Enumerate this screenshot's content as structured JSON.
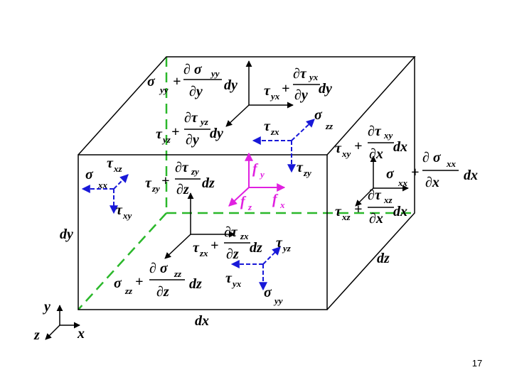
{
  "slide_number": "17",
  "colors": {
    "edges": "#000000",
    "hidden_edges": "#2bb82b",
    "stress_arrows_black": "#000000",
    "stress_arrows_blue": "#1818d8",
    "body_force_arrows": "#e020e0"
  },
  "axes": {
    "y": "y",
    "z": "z",
    "x": "x"
  },
  "dimensions": {
    "dx": "dx",
    "dy": "dy",
    "dz": "dz"
  },
  "top_face": {
    "sigma_yy_plus": {
      "base": "σ",
      "sub": "yy",
      "plus": "+",
      "num": "∂ σ",
      "num_sub": "yy",
      "den": "∂y",
      "tail": "dy"
    },
    "tau_yx_plus": {
      "base": "τ",
      "sub": "yx",
      "plus": "+",
      "num": "∂τ",
      "num_sub": "yx",
      "den": "∂y",
      "tail": "dy"
    },
    "tau_yz_plus": {
      "base": "τ",
      "sub": "yz",
      "plus": "+",
      "num": "∂τ",
      "num_sub": "yz",
      "den": "∂y",
      "tail": "dy"
    }
  },
  "back_face": {
    "tau_zx": {
      "base": "τ",
      "sub": "zx"
    },
    "sigma_zz": {
      "base": "σ",
      "sub": "zz"
    },
    "tau_zy": {
      "base": "τ",
      "sub": "zy"
    },
    "tau_zy_plus": {
      "base": "τ",
      "sub": "zy",
      "plus": "+",
      "num": "∂τ",
      "num_sub": "zy",
      "den": "∂z",
      "tail": "dz"
    }
  },
  "left_face": {
    "tau_xz": {
      "base": "τ",
      "sub": "xz"
    },
    "sigma_xx": {
      "base": "σ",
      "sub": "xx"
    },
    "tau_xy": {
      "base": "τ",
      "sub": "xy"
    }
  },
  "right_face": {
    "tau_xy_plus": {
      "base": "τ",
      "sub": "xy",
      "plus": "+",
      "num": "∂τ",
      "num_sub": "xy",
      "den": "∂x",
      "tail": "dx"
    },
    "sigma_xx_plus": {
      "base": "σ",
      "sub": "xx",
      "plus": "+",
      "num": "∂ σ",
      "num_sub": "xx",
      "den": "∂x",
      "tail": "dx"
    },
    "tau_xz_plus": {
      "base": "τ",
      "sub": "xz",
      "plus": "+",
      "num": "∂τ",
      "num_sub": "xz",
      "den": "∂x",
      "tail": "dx"
    }
  },
  "body_force": {
    "f_y": {
      "base": "f",
      "sub": "y"
    },
    "f_z": {
      "base": "f",
      "sub": "z"
    },
    "f_x": {
      "base": "f",
      "sub": "x"
    }
  },
  "front_face": {
    "tau_zx_plus": {
      "base": "τ",
      "sub": "zx",
      "plus": "+",
      "num": "∂τ",
      "num_sub": "zx",
      "den": "∂z",
      "tail": "dz"
    },
    "sigma_zz_plus": {
      "base": "σ",
      "sub": "zz",
      "plus": "+",
      "num": "∂ σ",
      "num_sub": "zz",
      "den": "∂z",
      "tail": "dz"
    }
  },
  "bottom_face": {
    "tau_yz": {
      "base": "τ",
      "sub": "yz"
    },
    "tau_yx": {
      "base": "τ",
      "sub": "yx"
    },
    "sigma_yy": {
      "base": "σ",
      "sub": "yy"
    }
  }
}
